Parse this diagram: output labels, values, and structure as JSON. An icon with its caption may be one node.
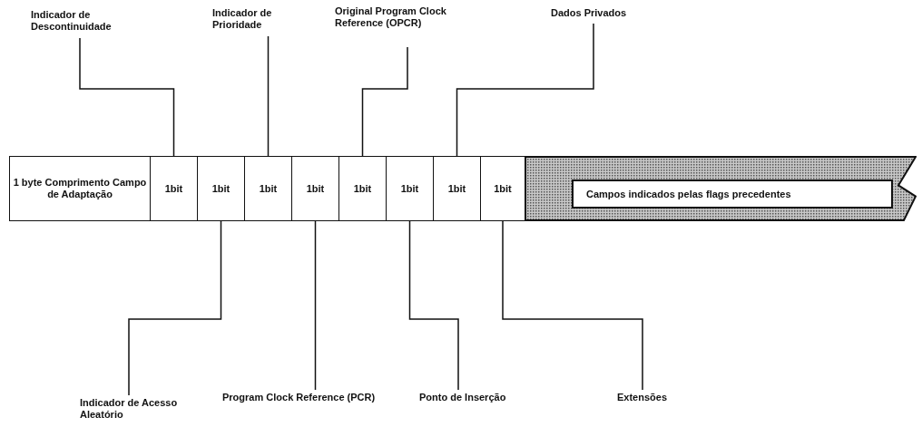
{
  "diagram": {
    "nodes": [
      {
        "text": [
          "Indicador de Descontinuidade"
        ]
      },
      {
        "text": [
          "Indicador de Prioridade"
        ]
      },
      {
        "text": [
          "Original Program Clock Reference (OPCR)"
        ]
      },
      {
        "text": [
          "Dados Privados"
        ]
      },
      {
        "text": [
          "1 byte Comprimento Campo de Adaptação"
        ]
      },
      {
        "text": [
          "1bit"
        ]
      },
      {
        "text": [
          "1bit"
        ]
      },
      {
        "text": [
          "1bit"
        ]
      },
      {
        "text": [
          "1bit"
        ]
      },
      {
        "text": [
          "1bit"
        ]
      },
      {
        "text": [
          "1bit"
        ]
      },
      {
        "text": [
          "1bit"
        ]
      },
      {
        "text": [
          "1bit"
        ]
      },
      {
        "text": [],
        "shape": "band"
      },
      {
        "text": [
          "Campos indicados pelas flags precedentes"
        ],
        "in": 13
      },
      {
        "text": [
          "Indicador de Acesso Aleatório"
        ]
      },
      {
        "text": [
          "Program Clock Reference (PCR)"
        ]
      },
      {
        "text": [
          "Ponto de Inserção"
        ]
      },
      {
        "text": [
          "Extensões"
        ]
      }
    ],
    "edges": [
      {
        "from": 0,
        "to": 5,
        "arrow": "none"
      },
      {
        "from": 1,
        "to": 7,
        "arrow": "none"
      },
      {
        "from": 2,
        "to": 9,
        "arrow": "none"
      },
      {
        "from": 3,
        "to": 11,
        "arrow": "none"
      },
      {
        "from": 15,
        "to": 6,
        "arrow": "none"
      },
      {
        "from": 16,
        "to": 8,
        "arrow": "none"
      },
      {
        "from": 17,
        "to": 10,
        "arrow": "none"
      },
      {
        "from": 18,
        "to": 12,
        "arrow": "none"
      }
    ]
  }
}
